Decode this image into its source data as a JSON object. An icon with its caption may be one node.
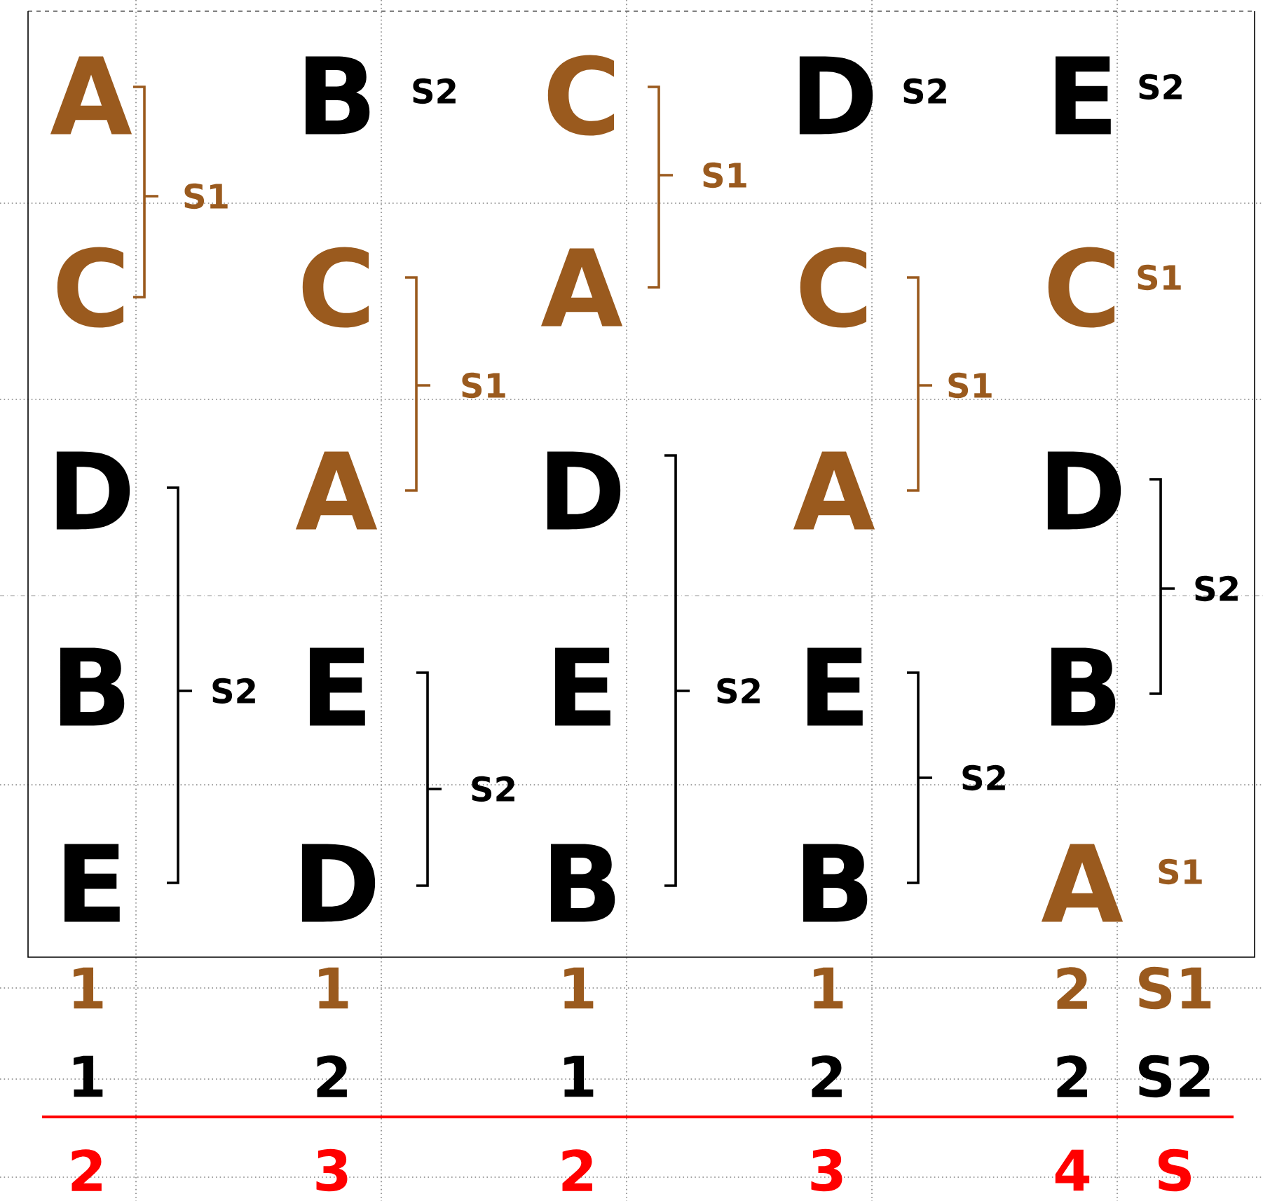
{
  "diagram": {
    "labels": [
      "A",
      "B",
      "S2",
      "C",
      "D",
      "S2",
      "E",
      "S2",
      "S1",
      "S1",
      "C",
      "C",
      "A",
      "C",
      "C",
      "S1",
      "S1",
      "S1",
      "D",
      "A",
      "D",
      "A",
      "D",
      "S2",
      "B",
      "S2",
      "E",
      "E",
      "S2",
      "E",
      "B",
      "S2",
      "S2",
      "E",
      "D",
      "B",
      "B",
      "A",
      "S1",
      "1",
      "1",
      "1",
      "1",
      "2",
      "S1",
      "1",
      "2",
      "1",
      "2",
      "2",
      "S2",
      "2",
      "3",
      "2",
      "3",
      "4",
      "S"
    ]
  }
}
